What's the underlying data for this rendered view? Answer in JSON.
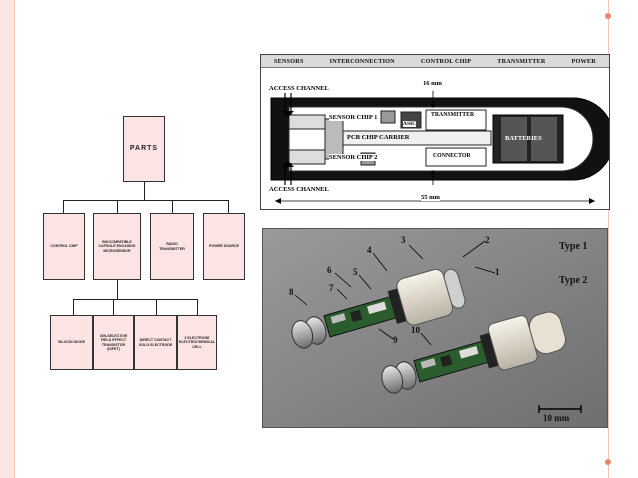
{
  "org_chart": {
    "root": "PARTS",
    "level2": [
      "CONTROL CHIP",
      "BIOCOMPATIBLE CAPSULE ENCASING MICROSENSOR",
      "RADIO TRANSMITTER",
      "POWER SOURCE"
    ],
    "level3": [
      "SILICON DIODE",
      "ION-SELECTIVE FIELD EFFECT TRANSISTOR (ISFET)",
      "DIRECT CONTACT GOLD ELECTRODE",
      "3 ELECTRODE ELECTROCHEMICAL CELL"
    ]
  },
  "schematic": {
    "header": [
      "SENSORS",
      "INTERCONNECTION",
      "CONTROL CHIP",
      "TRANSMITTER",
      "POWER"
    ],
    "labels": {
      "access_top": "ACCESS CHANNEL",
      "dim_16": "16 mm",
      "transmitter": "TRANSMITTER",
      "sensor_chip_1": "SENSOR CHIP 1",
      "asic": "ASIC",
      "pcb": "PCB CHIP CARRIER",
      "batteries": "BATTERIES",
      "sensor_chip_2": "SENSOR CHIP 2",
      "connector": "CONNECTOR",
      "access_bottom": "ACCESS CHANNEL",
      "dim_55": "55 mm"
    }
  },
  "photo": {
    "type1": "Type 1",
    "type2": "Type 2",
    "numbers": [
      "1",
      "2",
      "3",
      "4",
      "5",
      "6",
      "7",
      "8",
      "9",
      "10"
    ],
    "scale": "10 mm"
  },
  "colors": {
    "box_fill": "#fde4e4",
    "accent": "#e58a6a",
    "strip": "#fbe7e0"
  }
}
